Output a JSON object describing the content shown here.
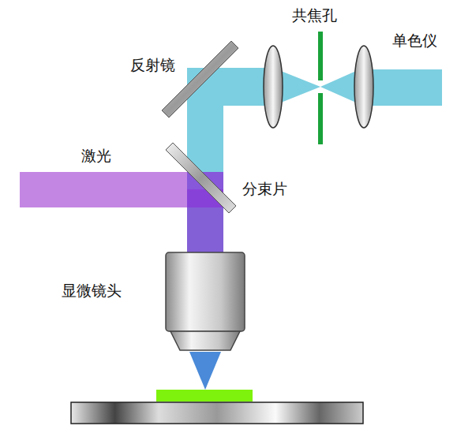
{
  "diagram": {
    "labels": [
      "共焦孔",
      "单色仪",
      "反射镜",
      "激光",
      "分束片",
      "显微镜头"
    ]
  }
}
